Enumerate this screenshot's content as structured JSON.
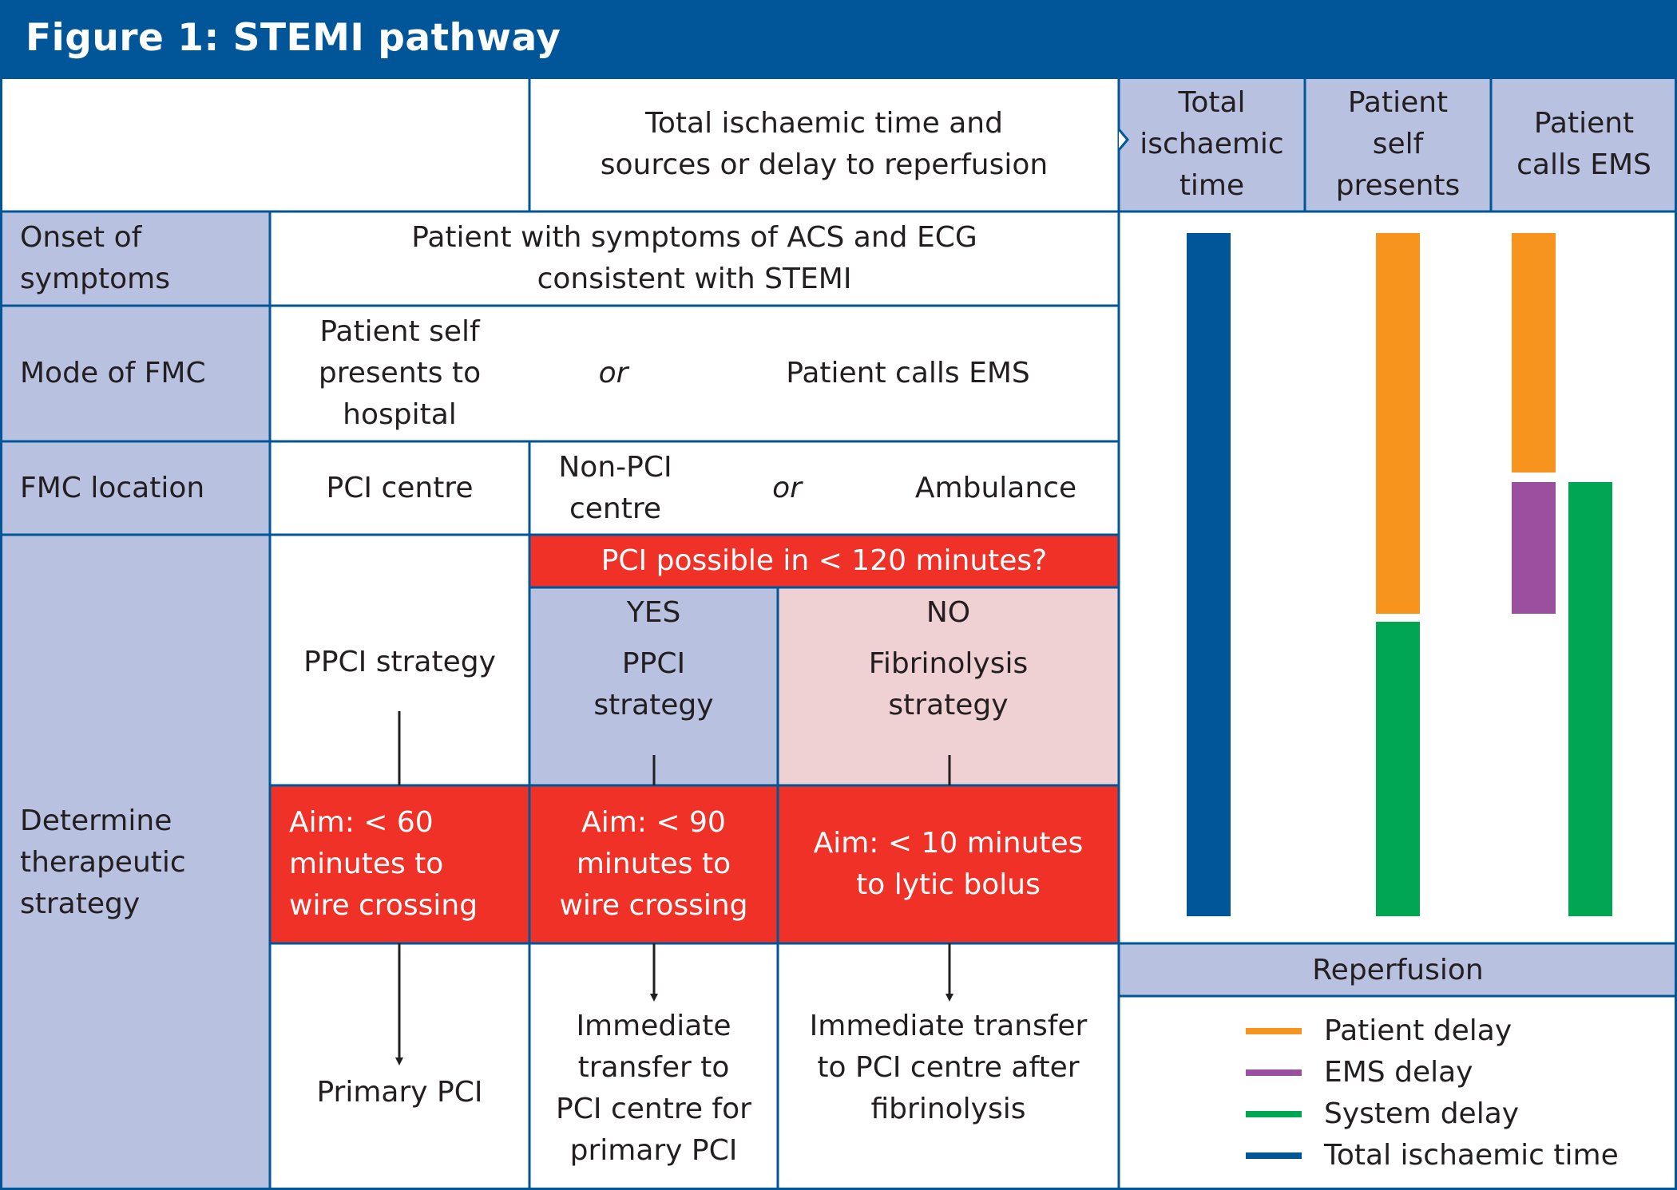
{
  "title": "Figure 1: STEMI pathway",
  "header": {
    "main": [
      "Total ischaemic time and",
      "sources or delay to reperfusion"
    ],
    "col_total": [
      "Total",
      "ischaemic",
      "time"
    ],
    "col_self": [
      "Patient",
      "self",
      "presents"
    ],
    "col_ems": [
      "Patient",
      "calls EMS"
    ]
  },
  "rows": {
    "onset": {
      "label": [
        "Onset of",
        "symptoms"
      ],
      "text": [
        "Patient with symptoms of ACS and ECG",
        "consistent with STEMI"
      ]
    },
    "mode": {
      "label": "Mode of FMC",
      "self": [
        "Patient self",
        "presents to",
        "hospital"
      ],
      "or": "or",
      "ems": "Patient calls EMS"
    },
    "location": {
      "label": "FMC location",
      "pci": "PCI centre",
      "nonpci": [
        "Non-PCI",
        "centre"
      ],
      "or": "or",
      "ambulance": "Ambulance"
    },
    "strategy": {
      "label": [
        "Determine",
        "therapeutic",
        "strategy"
      ],
      "ppci": "PPCI strategy",
      "question": "PCI possible in < 120 minutes?",
      "yes": "YES",
      "yes_strategy": [
        "PPCI",
        "strategy"
      ],
      "no": "NO",
      "no_strategy": [
        "Fibrinolysis",
        "strategy"
      ],
      "aim1": [
        "Aim: < 60",
        "minutes to",
        "wire crossing"
      ],
      "aim2": [
        "Aim: < 90",
        "minutes to",
        "wire crossing"
      ],
      "aim3": [
        "Aim: < 10 minutes",
        "to lytic bolus"
      ],
      "out1": "Primary PCI",
      "out2": [
        "Immediate",
        "transfer to",
        "PCI centre for",
        "primary PCI"
      ],
      "out3": [
        "Immediate transfer",
        "to PCI centre after",
        "fibrinolysis"
      ]
    }
  },
  "reperfusion": "Reperfusion",
  "legend": [
    {
      "label": "Patient delay",
      "color": "#f7941d"
    },
    {
      "label": "EMS delay",
      "color": "#9b4f9f"
    },
    {
      "label": "System delay",
      "color": "#00a651"
    },
    {
      "label": "Total ischaemic time",
      "color": "#005699"
    }
  ],
  "colors": {
    "header_blue": "#005699",
    "lavender": "#b8c1e0",
    "red": "#ef3128",
    "pink": "#efd0d3",
    "orange": "#f7941d",
    "purple": "#9b4f9f",
    "green": "#00a651"
  },
  "timeline_bars": [
    {
      "column": "Total ischaemic time",
      "type": "Total ischaemic time"
    },
    {
      "column": "Patient self presents",
      "type": "Patient delay"
    },
    {
      "column": "Patient self presents",
      "type": "System delay"
    },
    {
      "column": "Patient calls EMS",
      "type": "Patient delay"
    },
    {
      "column": "Patient calls EMS",
      "type": "EMS delay"
    },
    {
      "column": "Patient calls EMS",
      "type": "System delay"
    }
  ]
}
